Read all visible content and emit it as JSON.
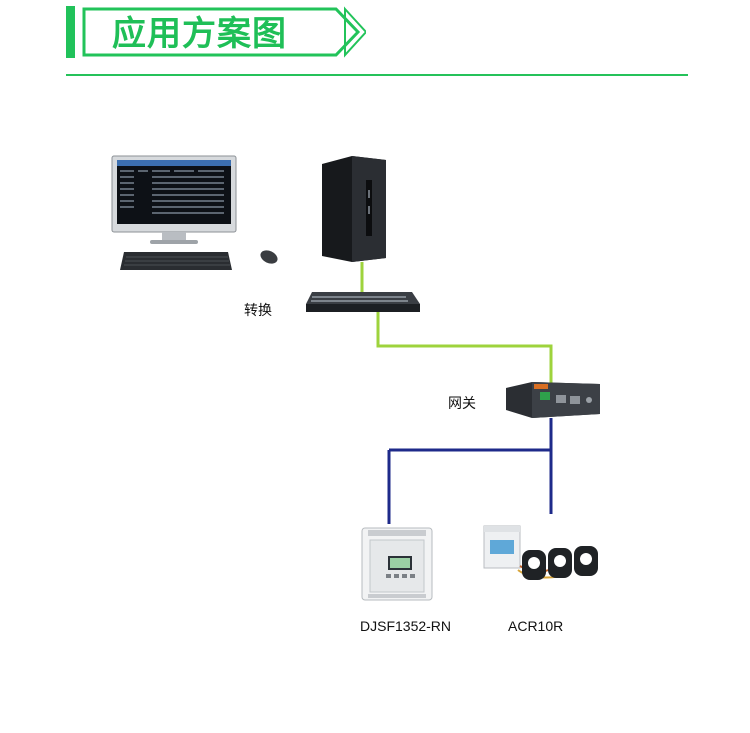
{
  "header": {
    "title": "应用方案图",
    "accent_color": "#22c35a"
  },
  "colors": {
    "ethernet_link": "#9ed33c",
    "rs485_bus": "#1e2a8a"
  },
  "nodes": {
    "switch_label": "转换",
    "gateway_label": "网关",
    "meter1_label": "DJSF1352-RN",
    "meter2_label": "ACR10R"
  },
  "icons": [
    "desktop-monitor-icon",
    "keyboard-icon",
    "mouse-icon",
    "server-tower-icon",
    "network-switch-icon",
    "gateway-icon",
    "dc-meter-icon",
    "acr10r-meter-icon",
    "current-transformer-icon"
  ]
}
